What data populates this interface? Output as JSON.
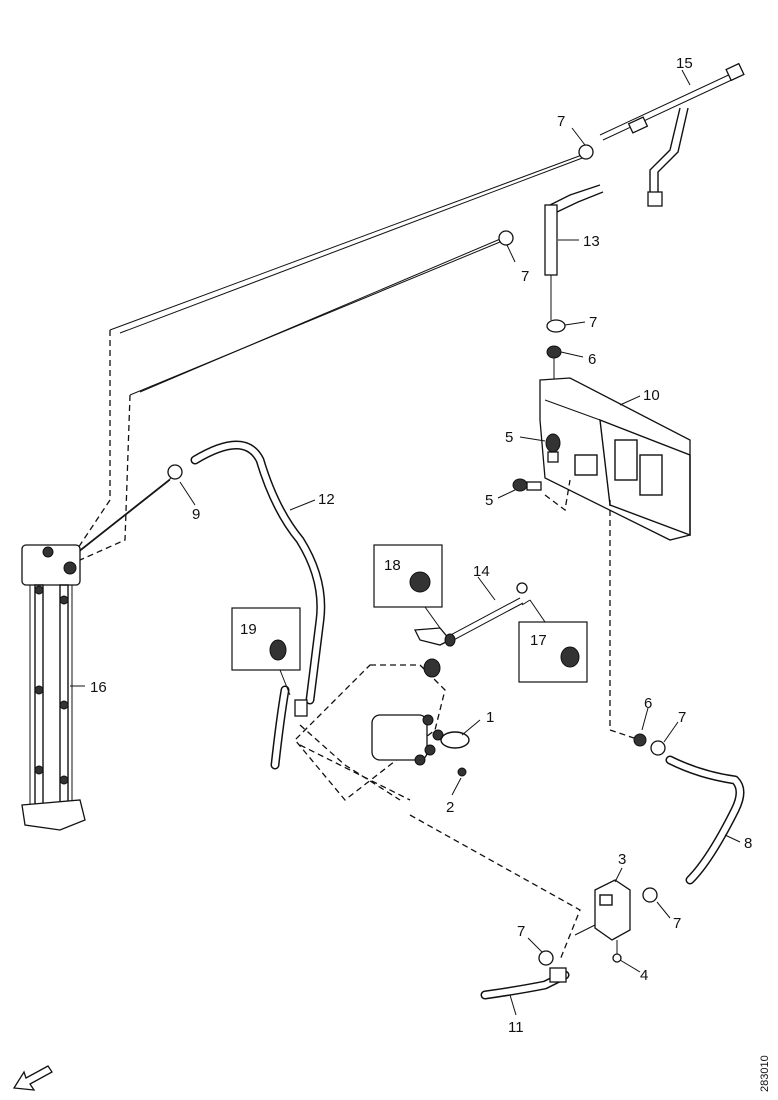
{
  "diagram": {
    "callouts": {
      "c1": "1",
      "c2": "2",
      "c3": "3",
      "c4": "4",
      "c5a": "5",
      "c5b": "5",
      "c6a": "6",
      "c6b": "6",
      "c7a": "7",
      "c7b": "7",
      "c7c": "7",
      "c7d": "7",
      "c7e": "7",
      "c7f": "7",
      "c8": "8",
      "c9": "9",
      "c10": "10",
      "c11": "11",
      "c12": "12",
      "c13": "13",
      "c14": "14",
      "c15": "15",
      "c16": "16",
      "c17": "17",
      "c18": "18",
      "c19": "19"
    },
    "reference_code": "283010"
  }
}
